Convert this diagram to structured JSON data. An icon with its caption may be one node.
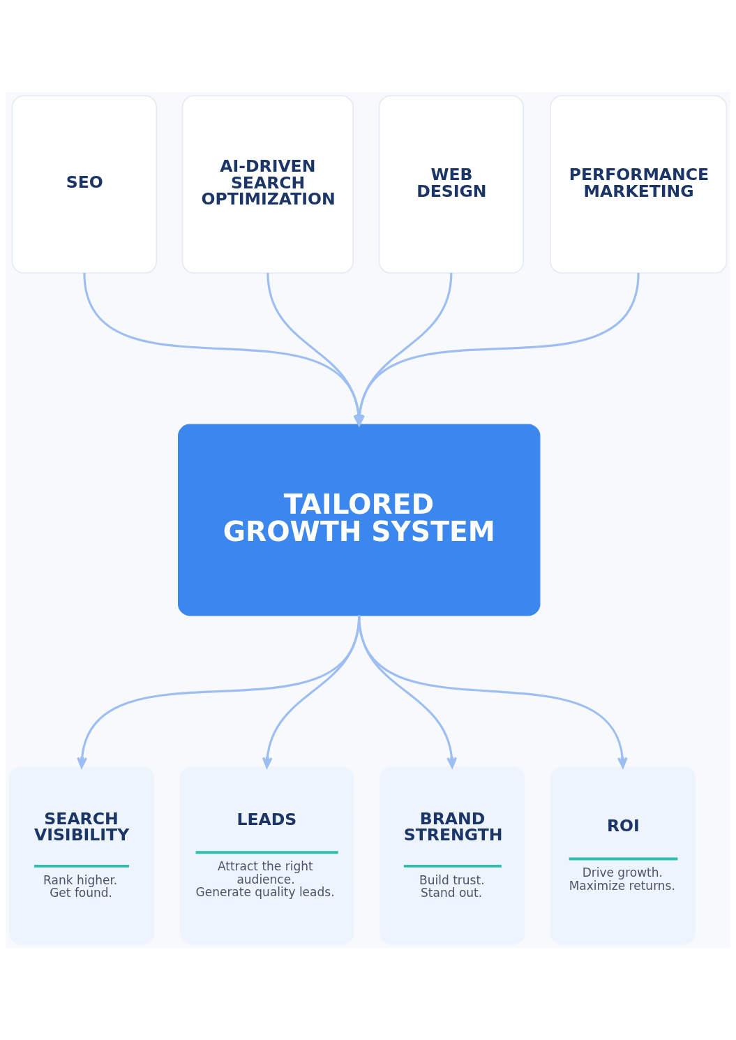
{
  "diagram": {
    "nodes": [
      {
        "text": [
          "SEO"
        ]
      },
      {
        "text": [
          "AI-DRIVEN SEARCH OPTIMIZATION"
        ]
      },
      {
        "text": [
          "WEB DESIGN"
        ]
      },
      {
        "text": [
          "PERFORMANCE MARKETING"
        ]
      },
      {
        "text": [
          "TAILORED GROWTH SYSTEM"
        ]
      },
      {
        "text": [
          "SEARCH VISIBILITY",
          "Rank higher. Get found."
        ]
      },
      {
        "text": [
          "LEADS",
          "Attract the right audience. Generate quality leads."
        ]
      },
      {
        "text": [
          "BRAND STRENGTH",
          "Build trust. Stand out."
        ]
      },
      {
        "text": [
          "ROI",
          "Drive growth. Maximize returns."
        ]
      }
    ],
    "edges": [
      {
        "from": 0,
        "to": 4,
        "arrow": "to"
      },
      {
        "from": 1,
        "to": 4,
        "arrow": "to"
      },
      {
        "from": 2,
        "to": 4,
        "arrow": "to"
      },
      {
        "from": 3,
        "to": 4,
        "arrow": "to"
      },
      {
        "from": 4,
        "to": 5,
        "arrow": "to"
      },
      {
        "from": 4,
        "to": 6,
        "arrow": "to"
      },
      {
        "from": 4,
        "to": 7,
        "arrow": "to"
      },
      {
        "from": 4,
        "to": 8,
        "arrow": "to"
      }
    ]
  }
}
